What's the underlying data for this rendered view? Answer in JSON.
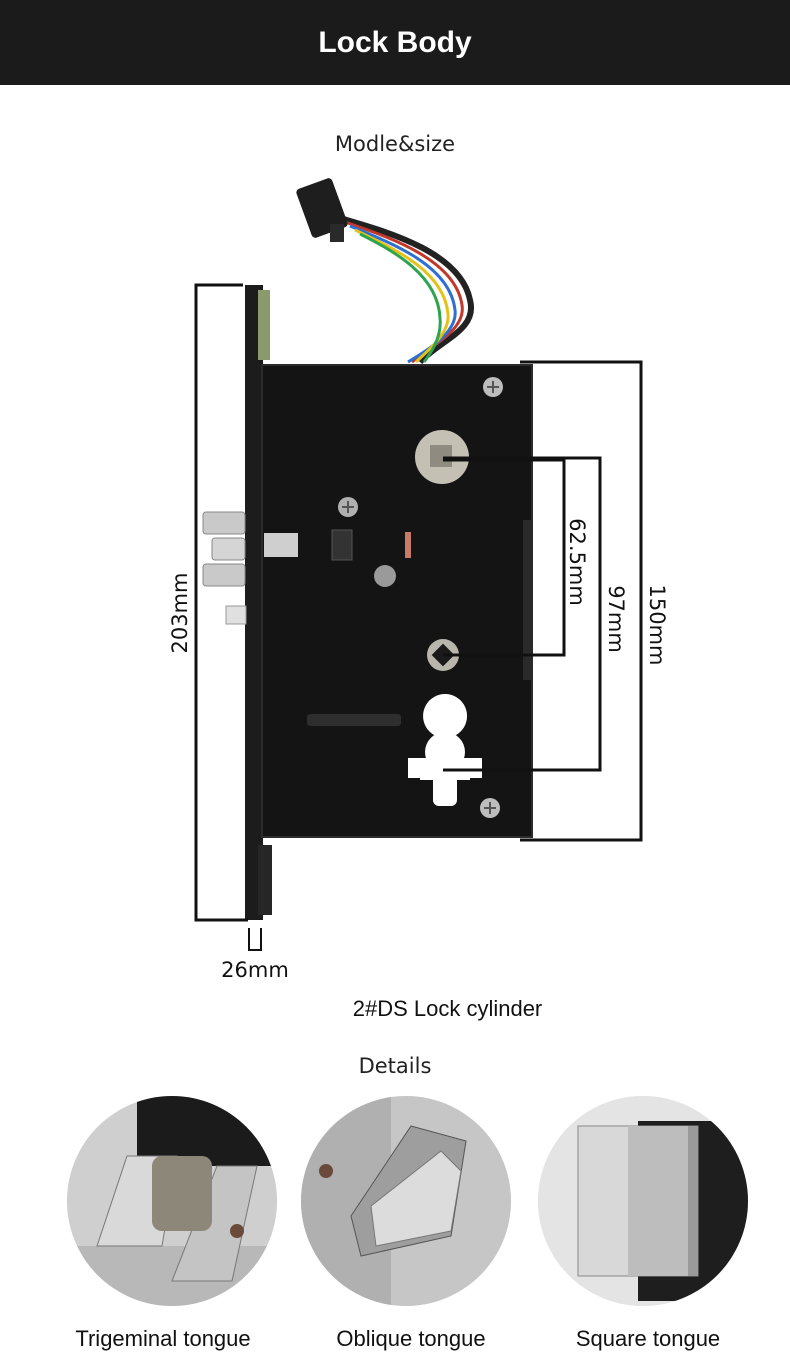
{
  "header": {
    "title": "Lock Body"
  },
  "sections": {
    "model_title": "Modle&size",
    "details_title": "Details"
  },
  "dimensions": {
    "height_total": "203mm",
    "case_height": "150mm",
    "cylinder_to_key": "97mm",
    "spindle_to_key": "62.5mm",
    "faceplate_width": "26mm"
  },
  "cylinder": {
    "label": "2#DS Lock cylinder"
  },
  "details": [
    {
      "label": "Trigeminal tongue"
    },
    {
      "label": "Oblique tongue"
    },
    {
      "label": "Square tongue"
    }
  ]
}
